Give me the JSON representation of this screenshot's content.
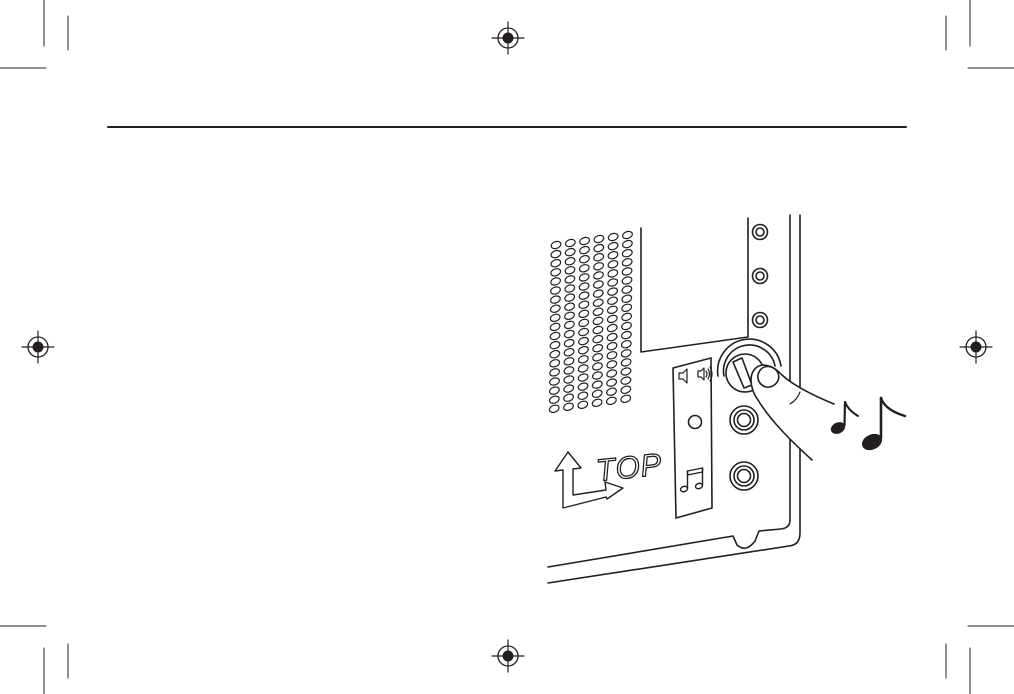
{
  "colors": {
    "line": "#231f20",
    "background": "#ffffff"
  },
  "illustration": {
    "panel_label": "TOP",
    "icons": [
      "registration-mark-icon",
      "speaker-grille",
      "speaker-mute-icon",
      "speaker-volume-icon",
      "indicator-light",
      "music-note-icon",
      "volume-knob",
      "finger",
      "audio-jack",
      "music-notes-icon",
      "orientation-arrow-icon"
    ]
  }
}
